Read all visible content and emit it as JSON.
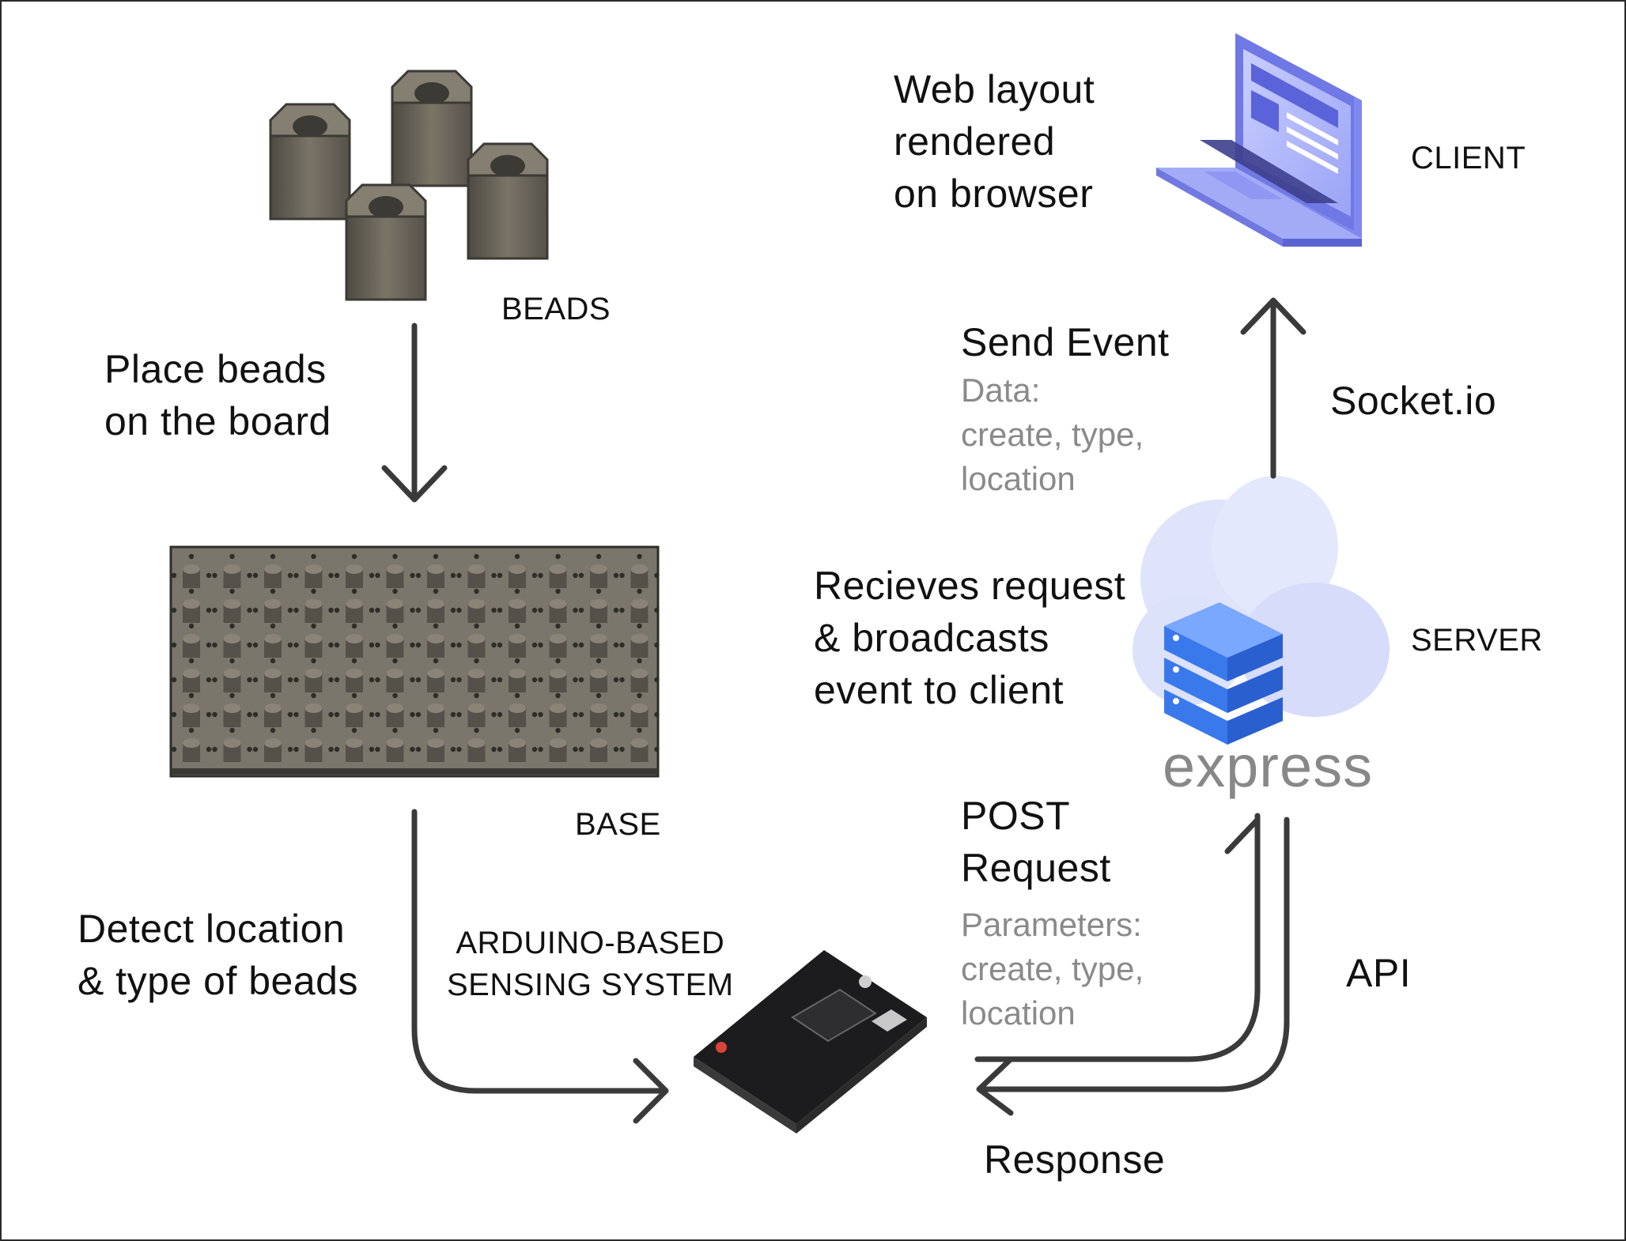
{
  "labels": {
    "beads": "BEADS",
    "base": "BASE",
    "arduino": "ARDUINO-BASED\nSENSING SYSTEM",
    "client": "CLIENT",
    "server": "SERVER",
    "express": "express"
  },
  "steps": {
    "place": "Place beads\non the board",
    "detect": "Detect location\n& type of beads",
    "web_layout": "Web layout\nrendered\non browser",
    "send_event": "Send Event",
    "send_event_data": "Data:\ncreate, type,\nlocation",
    "socket": "Socket.io",
    "recieves": "Recieves request\n& broadcasts\nevent to client",
    "post": "POST\nRequest",
    "post_params": "Parameters:\ncreate, type,\nlocation",
    "api": "API",
    "response": "Response"
  },
  "colors": {
    "arrow": "#3a3a3a",
    "gray_text": "#8a8a8a",
    "bead": "#6b665c",
    "laptop": "#8b93f0",
    "server_block": "#4a86f0",
    "cloud": "#dde3fb"
  }
}
